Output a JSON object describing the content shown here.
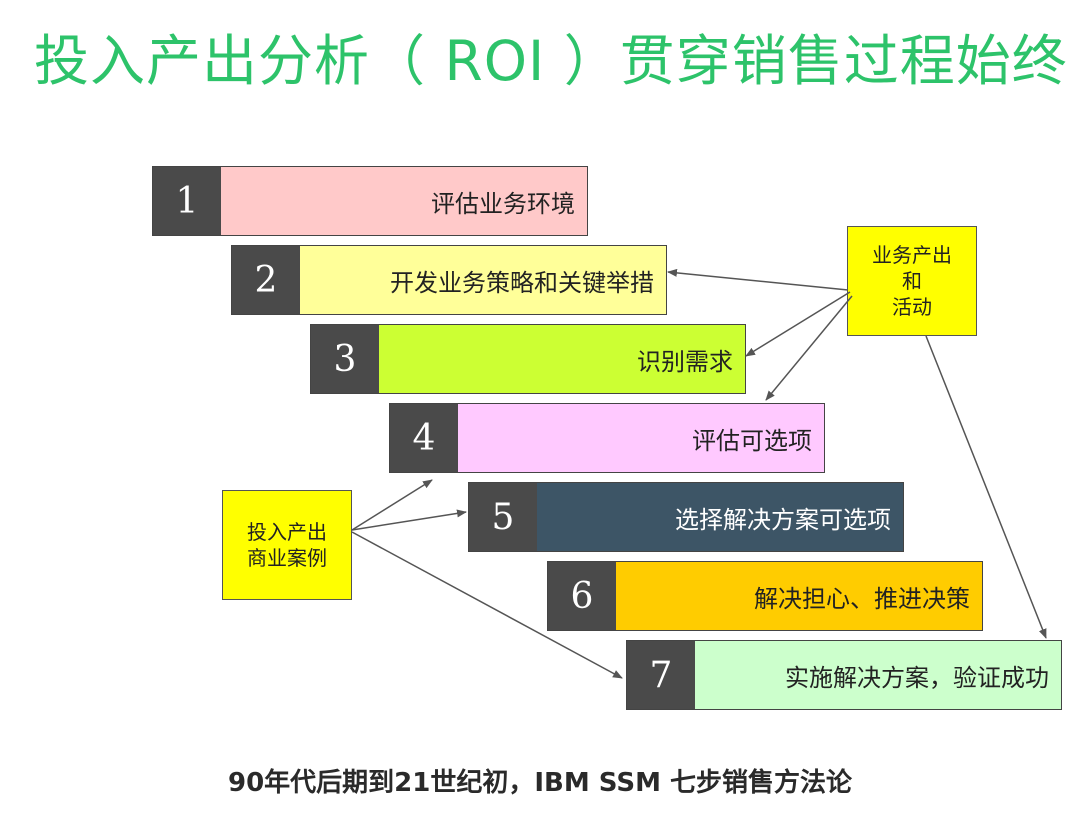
{
  "title": "投入产出分析（ ROI ）贯穿销售过程始终",
  "steps": [
    {
      "num": "1",
      "label": "评估业务环境",
      "color": "#ffc9c9"
    },
    {
      "num": "2",
      "label": "开发业务策略和关键举措",
      "color": "#ffff99"
    },
    {
      "num": "3",
      "label": "识别需求",
      "color": "#ccff33"
    },
    {
      "num": "4",
      "label": "评估可选项",
      "color": "#ffc9ff"
    },
    {
      "num": "5",
      "label": "选择解决方案可选项",
      "color": "#3d5566"
    },
    {
      "num": "6",
      "label": "解决担心、推进决策",
      "color": "#ffcc00"
    },
    {
      "num": "7",
      "label": "实施解决方案，验证成功",
      "color": "#ccffcc"
    }
  ],
  "note_right": {
    "line1": "业务产出",
    "line2": "和",
    "line3": "活动"
  },
  "note_left": {
    "line1": "投入产出",
    "line2": "商业案例"
  },
  "footer": "90年代后期到21世纪初，IBM SSM 七步销售方法论"
}
